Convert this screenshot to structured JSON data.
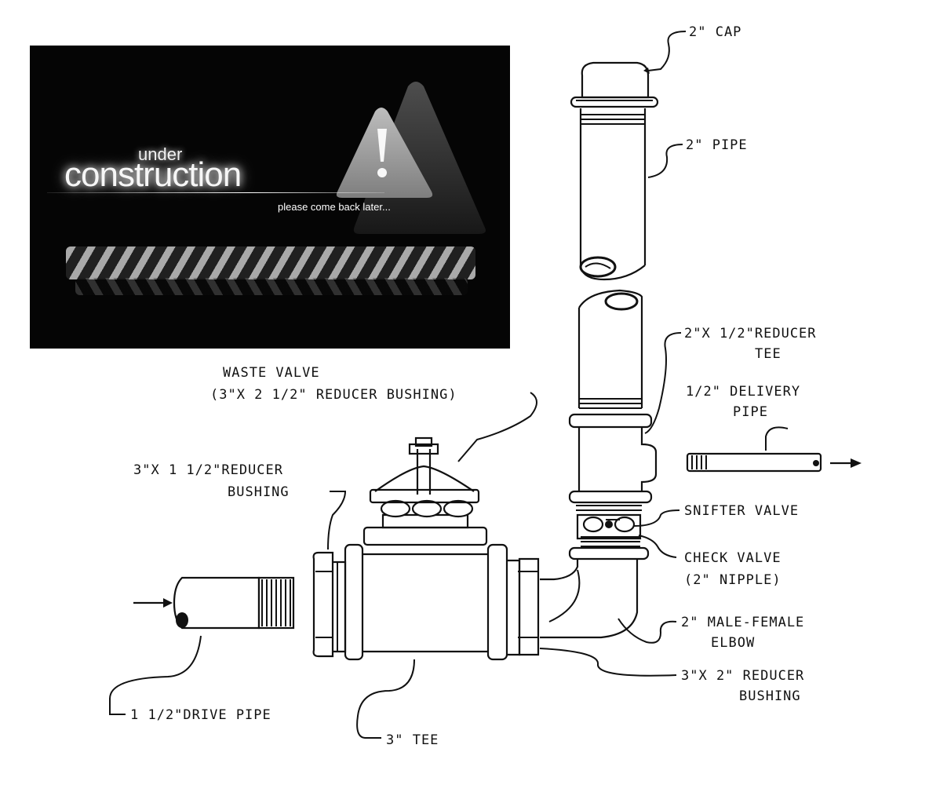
{
  "banner": {
    "line1": "under",
    "line2": "construction",
    "line3": "please come back later..."
  },
  "labels": {
    "cap_2": "2\" CAP",
    "pipe_2": "2\" PIPE",
    "reducer_tee_a": "2\"X 1/2\"REDUCER",
    "reducer_tee_b": "TEE",
    "delivery_a": "1/2\" DELIVERY",
    "delivery_b": "PIPE",
    "waste_valve_a": "WASTE VALVE",
    "waste_valve_b": "(3\"X 2 1/2\" REDUCER BUSHING)",
    "reducer_bushing_a": "3\"X 1 1/2\"REDUCER",
    "reducer_bushing_b": "BUSHING",
    "snifter": "SNIFTER VALVE",
    "check_a": "CHECK VALVE",
    "check_b": "(2\" NIPPLE)",
    "elbow_a": "2\" MALE-FEMALE",
    "elbow_b": "ELBOW",
    "reducer_3x2_a": "3\"X 2\" REDUCER",
    "reducer_3x2_b": "BUSHING",
    "drive_pipe": "1 1/2\"DRIVE PIPE",
    "tee_3": "3\" TEE"
  }
}
